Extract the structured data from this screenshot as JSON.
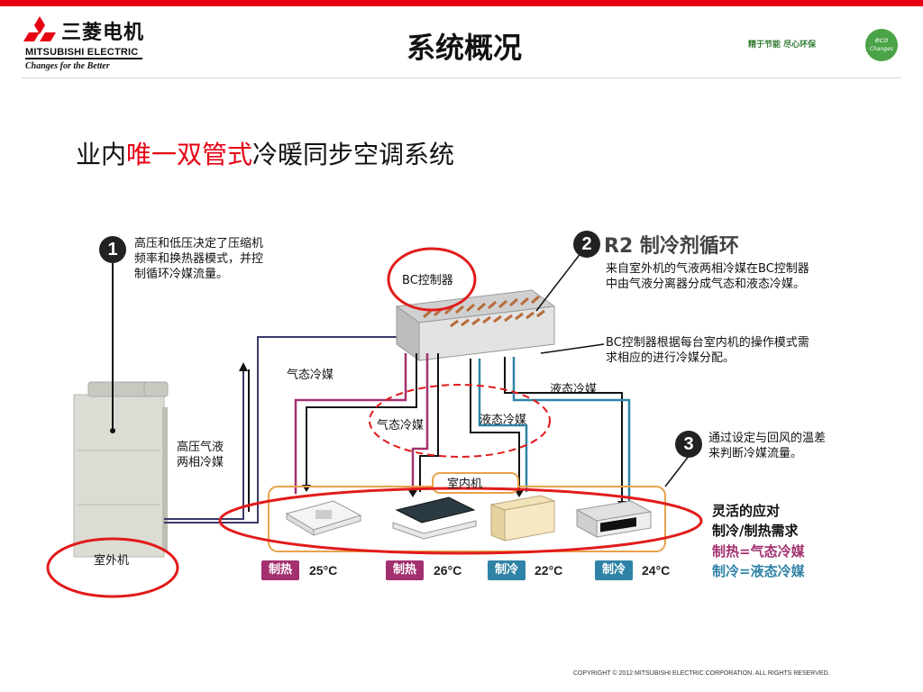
{
  "header": {
    "logo_cn": "三菱电机",
    "logo_en": "MITSUBISHI ELECTRIC",
    "logo_tagline": "Changes for the Better",
    "title": "系统概况",
    "eco_slogan": "精于节能 尽心环保",
    "eco_badge_top": "eco",
    "eco_badge_bottom": "Changes"
  },
  "subtitle": {
    "prefix": "业内",
    "highlight": "唯一双管式",
    "suffix": "冷暖同步空调系统"
  },
  "steps": [
    {
      "number": "1",
      "text_lines": [
        "高压和低压决定了压缩机",
        "频率和换热器模式，并控",
        "制循环冷媒流量。"
      ]
    },
    {
      "number": "2",
      "title": "R2 制冷剂循环",
      "text_lines": [
        "来自室外机的气液两相冷媒在BC控制器",
        "中由气液分离器分成气态和液态冷媒。"
      ]
    },
    {
      "number": "3",
      "text_lines": [
        "通过设定与回风的温差",
        "来判断冷媒流量。"
      ]
    }
  ],
  "bc_note_lines": [
    "BC控制器根据每台室内机的操作模式需",
    "求相应的进行冷媒分配。"
  ],
  "labels": {
    "bc_controller": "BC控制器",
    "outdoor_unit": "室外机",
    "indoor_unit": "室内机",
    "gas_refrigerant": "气态冷媒",
    "liquid_refrigerant": "液态冷媒",
    "two_phase_lines": [
      "高压气液",
      "两相冷媒"
    ]
  },
  "indoor_units": [
    {
      "mode": "制热",
      "type": "heat",
      "temp": "25°C"
    },
    {
      "mode": "制热",
      "type": "heat",
      "temp": "26°C"
    },
    {
      "mode": "制冷",
      "type": "cool",
      "temp": "22°C"
    },
    {
      "mode": "制冷",
      "type": "cool",
      "temp": "24°C"
    }
  ],
  "legend": {
    "title_lines": [
      "灵活的应对",
      "制冷/制热需求"
    ],
    "heat": "制热=气态冷媒",
    "cool": "制冷=液态冷媒"
  },
  "colors": {
    "brand_red": "#e60012",
    "heat": "#a3306f",
    "cool": "#2f83a6",
    "highlight_circle": "#e21b1b",
    "indoor_frame": "#e8a24a",
    "pipe_dark": "#3a3a6a"
  },
  "footer": {
    "copyright": "COPYRIGHT © 2012 MITSUBISHI ELECTRIC CORPORATION. ALL RIGHTS RESERVED."
  }
}
